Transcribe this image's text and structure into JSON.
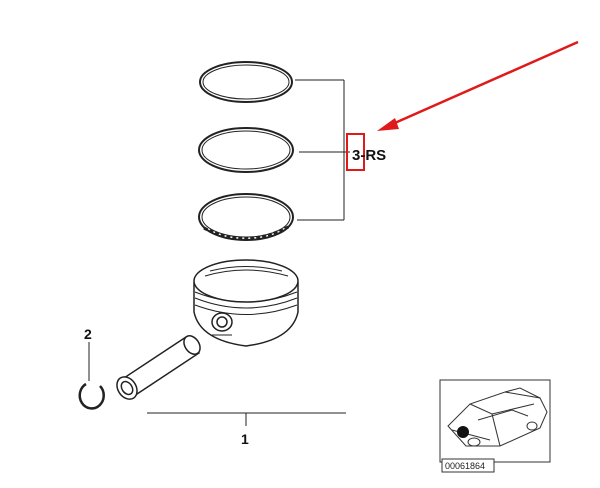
{
  "diagram": {
    "callouts": {
      "ring_set": "3-RS",
      "circlip": "2",
      "assembly": "1"
    },
    "thumbnail": {
      "reference_number": "00061864"
    },
    "colors": {
      "line": "#222222",
      "highlight": "#e01a1a",
      "arrow": "#e01a1a",
      "ink": "#111111"
    }
  }
}
